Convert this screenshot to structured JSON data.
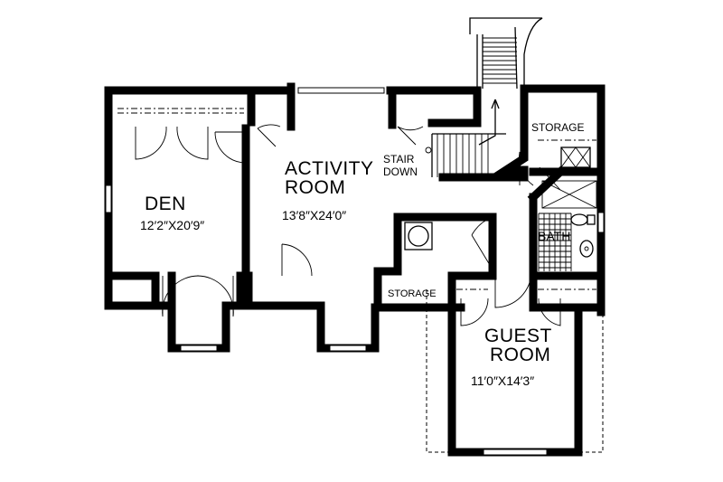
{
  "rooms": {
    "den": {
      "name": "DEN",
      "dims": "12′2″X20′9″"
    },
    "activity": {
      "name_line1": "ACTIVITY",
      "name_line2": "ROOM",
      "dims": "13′8″X24′0″"
    },
    "stair": {
      "line1": "STAIR",
      "line2": "DOWN"
    },
    "storage_top": {
      "name": "STORAGE"
    },
    "bath": {
      "name": "BATH"
    },
    "storage_mid": {
      "name": "STORAGE"
    },
    "guest": {
      "name_line1": "GUEST",
      "name_line2": "ROOM",
      "dims": "11′0″X14′3″"
    }
  },
  "colors": {
    "wall": "#000000",
    "background": "#ffffff"
  }
}
